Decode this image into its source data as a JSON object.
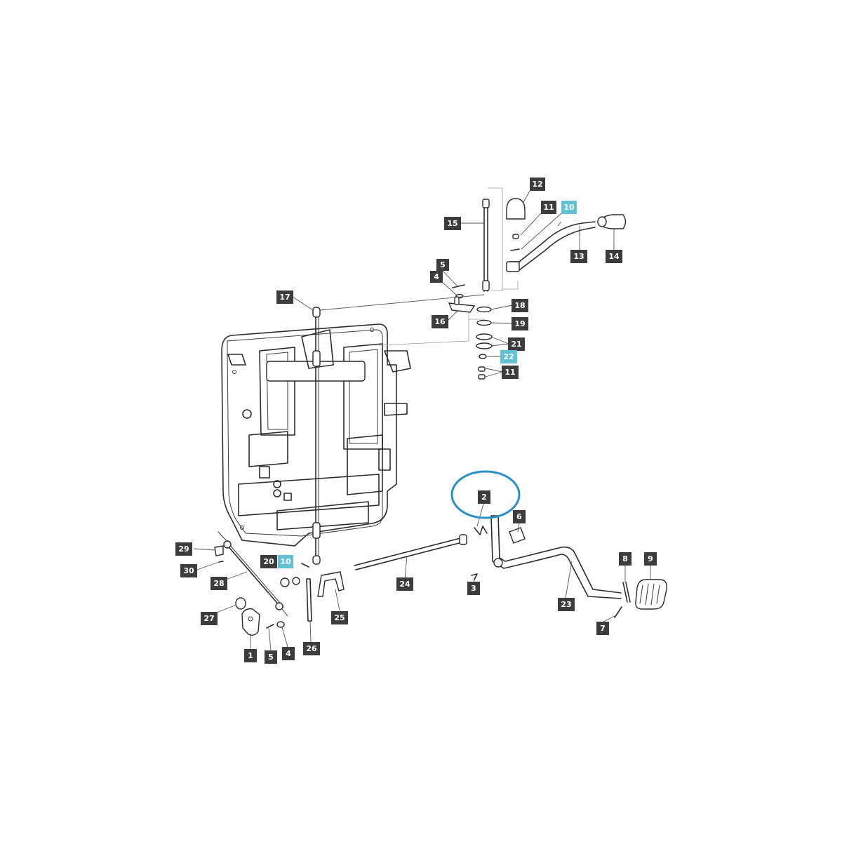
{
  "diagram": {
    "highlight_color": "#2a8fc7",
    "callout_color": "#3c3c3c",
    "accent_callout_color": "#62c2d4",
    "callouts": [
      {
        "id": "c12",
        "label": "12"
      },
      {
        "id": "c11a",
        "label": "11"
      },
      {
        "id": "c10a",
        "label": "10",
        "highlight": true
      },
      {
        "id": "c15",
        "label": "15"
      },
      {
        "id": "c13",
        "label": "13"
      },
      {
        "id": "c14",
        "label": "14"
      },
      {
        "id": "c5a",
        "label": "5"
      },
      {
        "id": "c4a",
        "label": "4"
      },
      {
        "id": "c17",
        "label": "17"
      },
      {
        "id": "c18",
        "label": "18"
      },
      {
        "id": "c16",
        "label": "16"
      },
      {
        "id": "c19",
        "label": "19"
      },
      {
        "id": "c21",
        "label": "21"
      },
      {
        "id": "c22",
        "label": "22",
        "highlight": true
      },
      {
        "id": "c11b",
        "label": "11"
      },
      {
        "id": "c2",
        "label": "2"
      },
      {
        "id": "c6",
        "label": "6"
      },
      {
        "id": "c29",
        "label": "29"
      },
      {
        "id": "c20",
        "label": "20"
      },
      {
        "id": "c10b",
        "label": "10",
        "highlight": true
      },
      {
        "id": "c30",
        "label": "30"
      },
      {
        "id": "c28",
        "label": "28"
      },
      {
        "id": "c24",
        "label": "24"
      },
      {
        "id": "c3",
        "label": "3"
      },
      {
        "id": "c8",
        "label": "8"
      },
      {
        "id": "c9",
        "label": "9"
      },
      {
        "id": "c27",
        "label": "27"
      },
      {
        "id": "c25",
        "label": "25"
      },
      {
        "id": "c23",
        "label": "23"
      },
      {
        "id": "c7",
        "label": "7"
      },
      {
        "id": "c26",
        "label": "26"
      },
      {
        "id": "c1",
        "label": "1"
      },
      {
        "id": "c5b",
        "label": "5"
      },
      {
        "id": "c4b",
        "label": "4"
      }
    ]
  }
}
